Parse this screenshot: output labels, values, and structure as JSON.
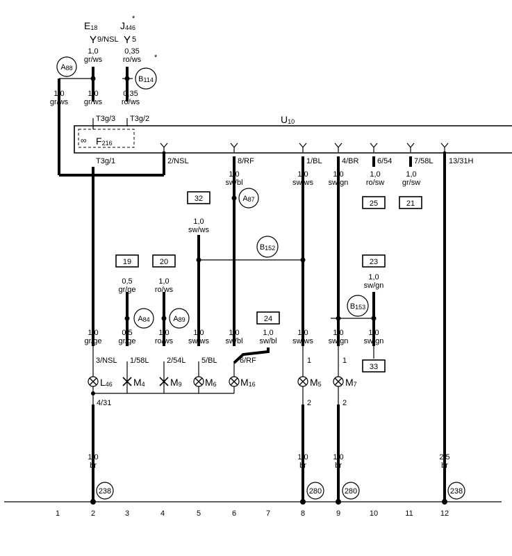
{
  "top_components": {
    "e18": {
      "letter": "E",
      "sub": "18"
    },
    "j446": {
      "letter": "J",
      "sub": "446",
      "star": "*"
    }
  },
  "star_mark": "*",
  "module": {
    "letter": "U",
    "sub": "10"
  },
  "fuse": {
    "letter": "F",
    "sub": "216",
    "symbol": "∞"
  },
  "connectors": {
    "c9nsl": "9/NSL",
    "c5": "5",
    "t3g3": "T3g/3",
    "t3g2": "T3g/2",
    "t3g1": "T3g/1",
    "c2nsl": "2/NSL",
    "c8rf": "8/RF",
    "c1bl": "1/BL",
    "c4br": "4/BR",
    "c654": "6/54",
    "c758l": "7/58L",
    "c1331h": "13/31H",
    "c3nsl": "3/NSL",
    "c158l": "1/58L",
    "c254l": "2/54L",
    "c5bl": "5/BL",
    "c6rf": "6/RF",
    "c1a": "1",
    "c1b": "1",
    "c431": "4/31",
    "c2a": "2",
    "c2b": "2"
  },
  "wires": {
    "w_e18_top": {
      "size": "1,0",
      "color": "gr/ws"
    },
    "w_j_top": {
      "size": "0,35",
      "color": "ro/ws"
    },
    "w_col1": {
      "size": "1,0",
      "color": "gr/ws"
    },
    "w_col2_upper": {
      "size": "1,0",
      "color": "gr/ws"
    },
    "w_col3_upper": {
      "size": "0,35",
      "color": "ro/ws"
    },
    "w_col6_upper": {
      "size": "1,0",
      "color": "sw/bl"
    },
    "w_col8_upper": {
      "size": "1,0",
      "color": "sw/ws"
    },
    "w_col9_upper": {
      "size": "1,0",
      "color": "sw/gn"
    },
    "w_col10_upper": {
      "size": "1,0",
      "color": "ro/sw"
    },
    "w_col11_upper": {
      "size": "1,0",
      "color": "gr/sw"
    },
    "w_32": {
      "size": "1,0",
      "color": "sw/ws"
    },
    "w_19": {
      "size": "0,5",
      "color": "gr/ge"
    },
    "w_20": {
      "size": "1,0",
      "color": "ro/ws"
    },
    "w_23": {
      "size": "1,0",
      "color": "sw/gn"
    },
    "w_24": {
      "size": "1,0",
      "color": "sw/bl"
    },
    "w_col2_lower": {
      "size": "1,0",
      "color": "gr/ge"
    },
    "w_col3_lower": {
      "size": "0,5",
      "color": "gr/ge"
    },
    "w_col4_lower": {
      "size": "1,0",
      "color": "ro/ws"
    },
    "w_col5_lower": {
      "size": "1,0",
      "color": "sw/ws"
    },
    "w_col6_lower": {
      "size": "1,0",
      "color": "sw/bl"
    },
    "w_col8_lower": {
      "size": "1,0",
      "color": "sw/ws"
    },
    "w_col9_lower": {
      "size": "1,0",
      "color": "sw/gn"
    },
    "w_col10_lower": {
      "size": "1,0",
      "color": "sw/gn"
    },
    "w_br2": {
      "size": "1,0",
      "color": "br"
    },
    "w_br8": {
      "size": "1,0",
      "color": "br"
    },
    "w_br9": {
      "size": "1,0",
      "color": "br"
    },
    "w_br12": {
      "size": "2,5",
      "color": "br"
    }
  },
  "boxes": {
    "b32": "32",
    "b25": "25",
    "b21": "21",
    "b19": "19",
    "b20": "20",
    "b23": "23",
    "b24": "24",
    "b33": "33"
  },
  "splices": {
    "a88": {
      "letter": "A",
      "sub": "88"
    },
    "b114": {
      "letter": "B",
      "sub": "114"
    },
    "a87": {
      "letter": "A",
      "sub": "87"
    },
    "b152": {
      "letter": "B",
      "sub": "152"
    },
    "b153": {
      "letter": "B",
      "sub": "153"
    },
    "a84": {
      "letter": "A",
      "sub": "84"
    },
    "a89": {
      "letter": "A",
      "sub": "89"
    }
  },
  "lamps": {
    "l46": {
      "letter": "L",
      "sub": "46"
    },
    "m4": {
      "letter": "M",
      "sub": "4"
    },
    "m9": {
      "letter": "M",
      "sub": "9"
    },
    "m6": {
      "letter": "M",
      "sub": "6"
    },
    "m16": {
      "letter": "M",
      "sub": "16"
    },
    "m5": {
      "letter": "M",
      "sub": "5"
    },
    "m7": {
      "letter": "M",
      "sub": "7"
    }
  },
  "ground_points": {
    "g2": "238",
    "g8": "280",
    "g9": "280",
    "g12": "238"
  },
  "track_numbers": [
    "1",
    "2",
    "3",
    "4",
    "5",
    "6",
    "7",
    "8",
    "9",
    "10",
    "11",
    "12"
  ]
}
